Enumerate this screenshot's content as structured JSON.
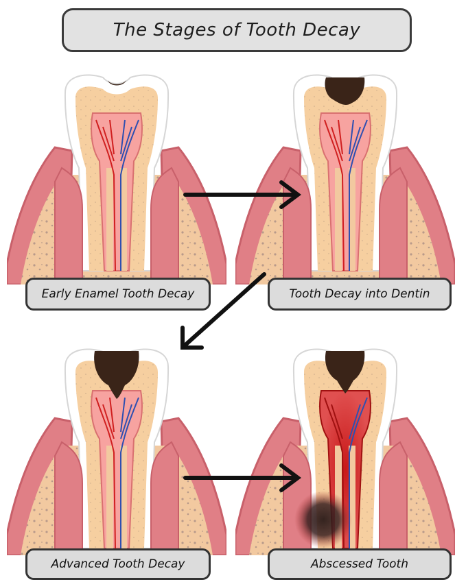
{
  "title": "The Stages of Tooth Decay",
  "stages": [
    {
      "label": "Early Enamel Tooth Decay"
    },
    {
      "label": "Tooth Decay into Dentin"
    },
    {
      "label": "Advanced Tooth Decay"
    },
    {
      "label": "Abscessed Tooth"
    }
  ],
  "colors": {
    "gum": "#e07f86",
    "gum_dark": "#c8606a",
    "bone": "#f2c9a0",
    "enamel": "#ffffff",
    "dentin": "#f6cfa0",
    "pulp": "#f7a3a0",
    "decay": "#3a2418",
    "artery": "#d02020",
    "vein": "#2f4fb0"
  }
}
